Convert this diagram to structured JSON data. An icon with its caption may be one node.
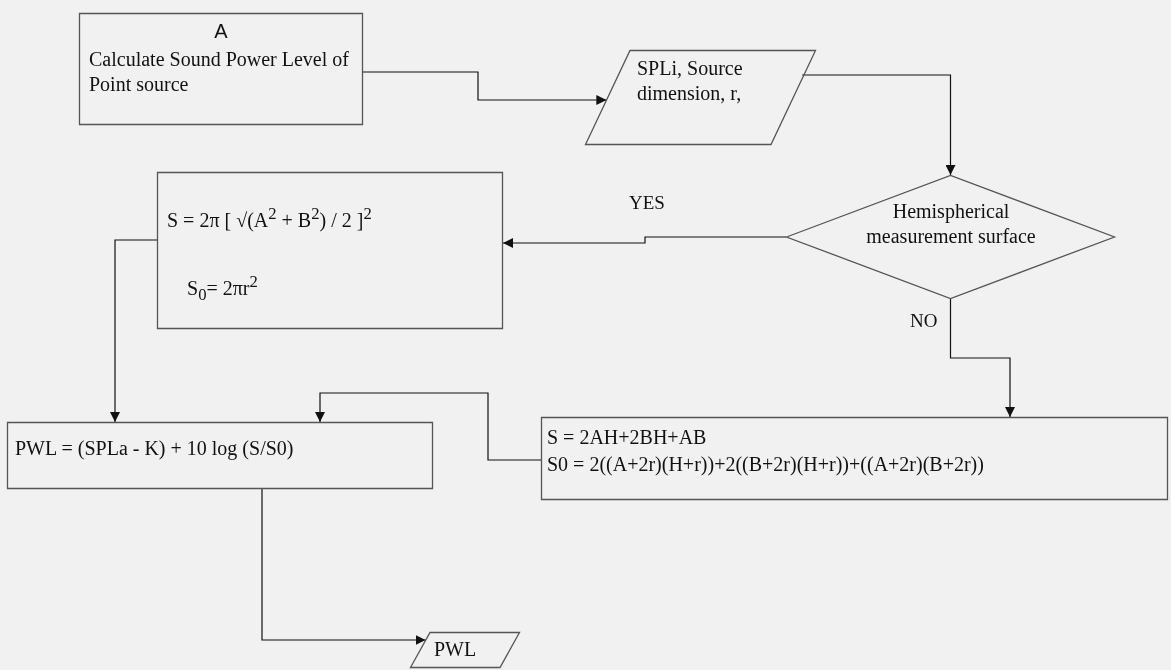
{
  "diagram": {
    "nodes": [
      {
        "text": [
          "A",
          "Calculate Sound Power Level of Point source"
        ]
      },
      {
        "text": [
          "SPLi, Source dimension, r,"
        ]
      },
      {
        "text": [
          "Hemispherical measurement surface"
        ]
      },
      {
        "text": [
          "S = 2π [ √(A$^{2}$ + B$^{2}$) / 2 ]$^{2}$",
          "S$_{0}$= 2πr$^{2}$"
        ]
      },
      {
        "text": [
          "PWL =  (SPLa - K) + 10 log (S/S0)"
        ]
      },
      {
        "text": [
          "S = 2AH+2BH+AB",
          "S0 = 2((A+2r)(H+r))+2((B+2r)(H+r))+((A+2r)(B+2r))"
        ]
      },
      {
        "text": [
          "PWL"
        ]
      }
    ],
    "edges": [
      {
        "from": 0,
        "to": 1,
        "arrow": "to"
      },
      {
        "from": 1,
        "to": 2,
        "arrow": "to"
      },
      {
        "from": 2,
        "to": 3,
        "arrow": "to",
        "label": "YES"
      },
      {
        "from": 2,
        "to": 5,
        "arrow": "to",
        "label": "NO"
      },
      {
        "from": 3,
        "to": 4,
        "arrow": "to"
      },
      {
        "from": 5,
        "to": 4,
        "arrow": "to"
      },
      {
        "from": 4,
        "to": 6,
        "arrow": "to"
      }
    ]
  }
}
